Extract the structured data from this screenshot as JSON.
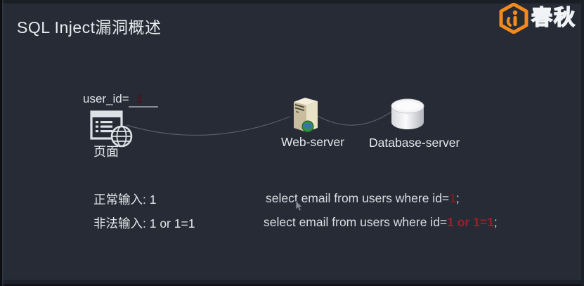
{
  "slide": {
    "title": "SQL Inject漏洞概述",
    "logo": {
      "text": "春秋",
      "icon": "ichunqiu-hexagon-icon",
      "accent_color": "#f28a1e"
    }
  },
  "diagram": {
    "input": {
      "prefix": "user_id=",
      "value": "1"
    },
    "nodes": [
      {
        "id": "page",
        "label": "页面",
        "icon": "browser-globe-icon"
      },
      {
        "id": "web_server",
        "label": "Web-server",
        "icon": "server-tower-icon"
      },
      {
        "id": "database_server",
        "label": "Database-server",
        "icon": "database-cylinder-icon"
      }
    ]
  },
  "examples": {
    "rows": [
      {
        "input_label": "正常输入: 1",
        "query_prefix": "select email from users where id=",
        "query_injected": "1",
        "query_suffix": ";"
      },
      {
        "input_label": "非法输入: 1 or 1=1",
        "query_prefix": "select email from users where id=",
        "query_injected": "1 or 1=1",
        "query_suffix": ";"
      }
    ]
  },
  "colors": {
    "background": "#262b35",
    "text": "#e4e7ec",
    "highlight_red_dim": "#7e1a24",
    "highlight_red": "#9c1f2b",
    "accent_orange": "#f28a1e"
  }
}
